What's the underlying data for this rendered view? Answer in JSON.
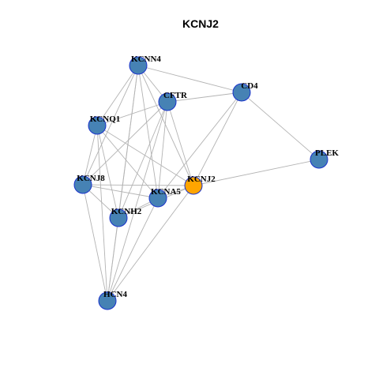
{
  "title": "KCNJ2",
  "colors": {
    "node_fill": "#4682b4",
    "center_fill": "#ffa500",
    "node_border": "#1a33cc",
    "edge": "#b3b3b3"
  },
  "nodes": [
    {
      "id": "KCNN4",
      "label": "KCNN4",
      "role": "neighbor"
    },
    {
      "id": "CFTR",
      "label": "CFTR",
      "role": "neighbor"
    },
    {
      "id": "CD4",
      "label": "CD4",
      "role": "neighbor"
    },
    {
      "id": "KCNQ1",
      "label": "KCNQ1",
      "role": "neighbor"
    },
    {
      "id": "PLEK",
      "label": "PLEK",
      "role": "neighbor"
    },
    {
      "id": "KCNJ8",
      "label": "KCNJ8",
      "role": "neighbor"
    },
    {
      "id": "KCNJ2",
      "label": "KCNJ2",
      "role": "center"
    },
    {
      "id": "KCNA5",
      "label": "KCNA5",
      "role": "neighbor"
    },
    {
      "id": "KCNH2",
      "label": "KCNH2",
      "role": "neighbor"
    },
    {
      "id": "HCN4",
      "label": "HCN4",
      "role": "neighbor"
    }
  ],
  "edges": [
    [
      "KCNN4",
      "CD4"
    ],
    [
      "KCNN4",
      "CFTR"
    ],
    [
      "KCNN4",
      "KCNQ1"
    ],
    [
      "KCNN4",
      "KCNJ8"
    ],
    [
      "KCNN4",
      "KCNH2"
    ],
    [
      "KCNN4",
      "KCNA5"
    ],
    [
      "KCNN4",
      "KCNJ2"
    ],
    [
      "KCNN4",
      "HCN4"
    ],
    [
      "CFTR",
      "CD4"
    ],
    [
      "CFTR",
      "KCNQ1"
    ],
    [
      "CFTR",
      "KCNJ8"
    ],
    [
      "CFTR",
      "KCNA5"
    ],
    [
      "CFTR",
      "KCNJ2"
    ],
    [
      "CFTR",
      "KCNH2"
    ],
    [
      "CFTR",
      "HCN4"
    ],
    [
      "CD4",
      "PLEK"
    ],
    [
      "CD4",
      "KCNA5"
    ],
    [
      "CD4",
      "KCNJ2"
    ],
    [
      "KCNQ1",
      "KCNJ8"
    ],
    [
      "KCNQ1",
      "KCNA5"
    ],
    [
      "KCNQ1",
      "KCNJ2"
    ],
    [
      "KCNQ1",
      "KCNH2"
    ],
    [
      "KCNQ1",
      "HCN4"
    ],
    [
      "KCNJ8",
      "KCNA5"
    ],
    [
      "KCNJ8",
      "KCNJ2"
    ],
    [
      "KCNJ8",
      "KCNH2"
    ],
    [
      "KCNJ8",
      "HCN4"
    ],
    [
      "KCNJ2",
      "PLEK"
    ],
    [
      "KCNJ2",
      "KCNA5"
    ],
    [
      "KCNJ2",
      "KCNH2"
    ],
    [
      "KCNJ2",
      "HCN4"
    ],
    [
      "KCNA5",
      "KCNH2"
    ],
    [
      "KCNA5",
      "HCN4"
    ],
    [
      "KCNH2",
      "HCN4"
    ]
  ]
}
